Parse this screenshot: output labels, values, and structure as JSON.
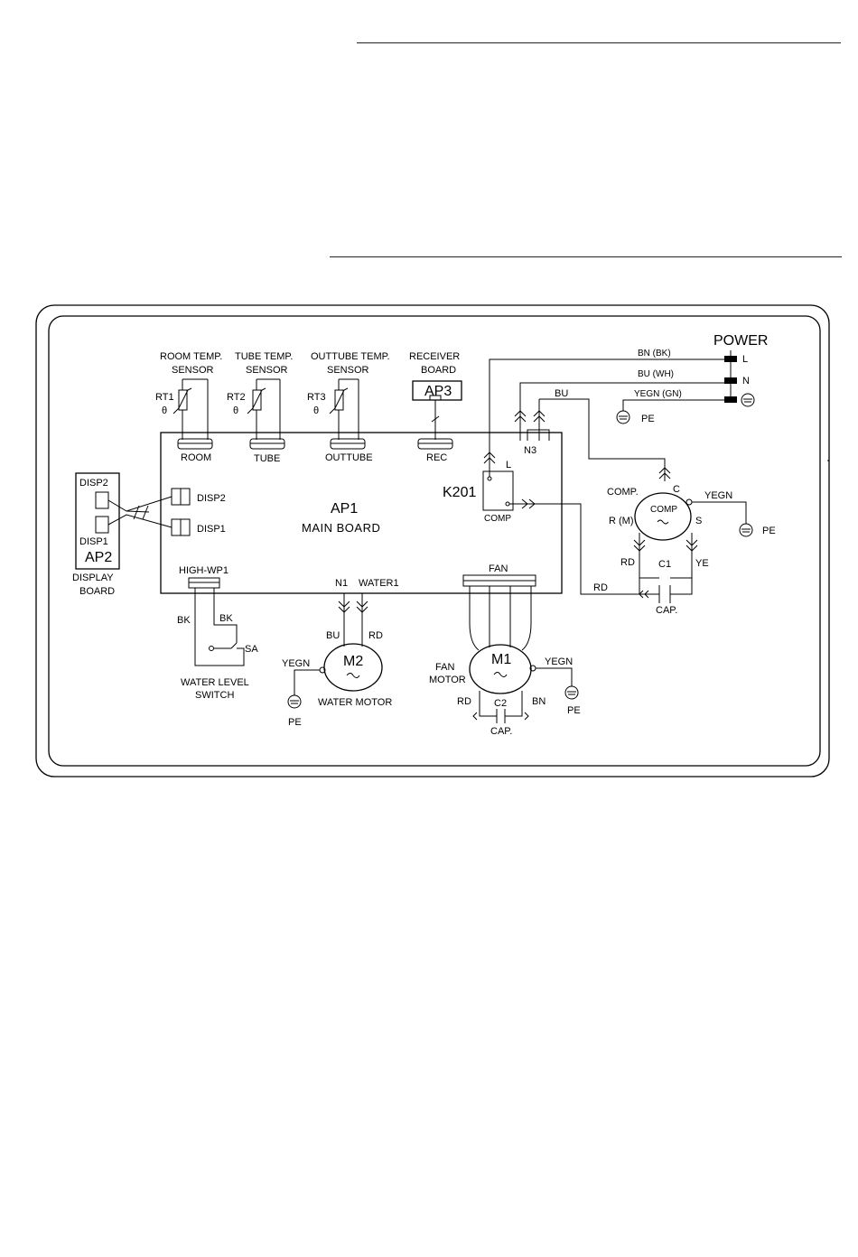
{
  "sensors": {
    "room_title": "ROOM TEMP.",
    "room_sub": "SENSOR",
    "tube_title": "TUBE TEMP.",
    "tube_sub": "SENSOR",
    "outtube_title": "OUTTUBE TEMP.",
    "outtube_sub": "SENSOR",
    "receiver_title": "RECEIVER",
    "receiver_sub": "BOARD",
    "rt1": "RT1",
    "rt2": "RT2",
    "rt3": "RT3",
    "theta": "θ",
    "ap3": "AP3"
  },
  "main_board": {
    "code": "AP1",
    "name": "MAIN BOARD",
    "ports": {
      "room": "ROOM",
      "tube": "TUBE",
      "outtube": "OUTTUBE",
      "rec": "REC",
      "disp1": "DISP1",
      "disp2": "DISP2",
      "high_wp1": "HIGH-WP1",
      "n1": "N1",
      "water1": "WATER1",
      "fan": "FAN",
      "n3": "N3"
    },
    "relay": "K201",
    "relay_comp": "COMP",
    "relay_l": "L"
  },
  "display_board": {
    "disp2": "DISP2",
    "disp1": "DISP1",
    "code": "AP2",
    "label_1": "DISPLAY",
    "label_2": "BOARD"
  },
  "power": {
    "title": "POWER",
    "l": "L",
    "n": "N",
    "wire_l": "BN (BK)",
    "wire_n": "BU (WH)",
    "wire_pe": "YEGN (GN)",
    "pe": "PE"
  },
  "compressor": {
    "name": "COMP",
    "label": "COMP.",
    "c": "C",
    "r": "R (M)",
    "s": "S",
    "yegn": "YEGN",
    "pe": "PE",
    "rd": "RD",
    "ye": "YE",
    "cap": "C1",
    "cap_label": "CAP.",
    "rd2": "RD",
    "bu": "BU"
  },
  "water_switch": {
    "bk1": "BK",
    "bk2": "BK",
    "sa": "SA",
    "label_1": "WATER LEVEL",
    "label_2": "SWITCH"
  },
  "water_motor": {
    "code": "M2",
    "name": "WATER MOTOR",
    "bu": "BU",
    "rd": "RD",
    "yegn": "YEGN",
    "pe": "PE"
  },
  "fan_motor": {
    "code": "M1",
    "label_1": "FAN",
    "label_2": "MOTOR",
    "yegn": "YEGN",
    "pe": "PE",
    "rd": "RD",
    "bn": "BN",
    "cap": "C2",
    "cap_label": "CAP."
  }
}
